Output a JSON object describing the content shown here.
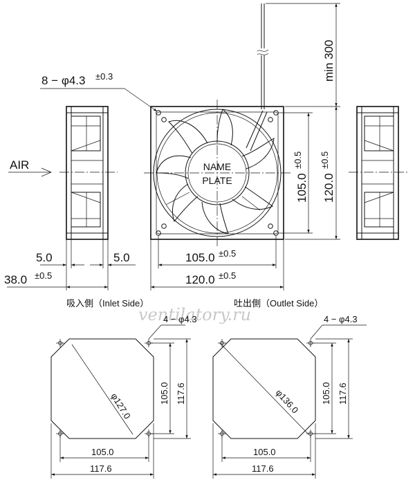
{
  "labels": {
    "holes_top": "8 − φ4.3",
    "holes_top_tol": "±0.3",
    "lead_len": "min 300",
    "air": "AIR",
    "name_line1": "NAME",
    "name_line2": "PLATE",
    "dim_105v": "105.0",
    "dim_105v_tol": "±0.5",
    "dim_120v": "120.0",
    "dim_120v_tol": "±0.5",
    "dim_5_left": "5.0",
    "dim_5_right": "5.0",
    "dim_38": "38.0",
    "dim_38_tol": "±0.5",
    "dim_105h": "105.0",
    "dim_105h_tol": "±0.5",
    "dim_120h": "120.0",
    "dim_120h_tol": "±0.5",
    "inlet_title": "吸入側（Inlet Side）",
    "outlet_title": "吐出側（Outlet Side）",
    "watermark": "ventilatory.ru",
    "inlet_holes": "4 − φ4.3",
    "inlet_diameter": "φ127.0",
    "inlet_105v": "105.0",
    "inlet_1176v": "117.6",
    "inlet_105h": "105.0",
    "inlet_1176h": "117.6",
    "outlet_holes": "4 − φ4.3",
    "outlet_diameter": "φ136.0",
    "outlet_105v": "105.0",
    "outlet_1176v": "117.6",
    "outlet_105h": "105.0",
    "outlet_1176h": "117.6"
  }
}
